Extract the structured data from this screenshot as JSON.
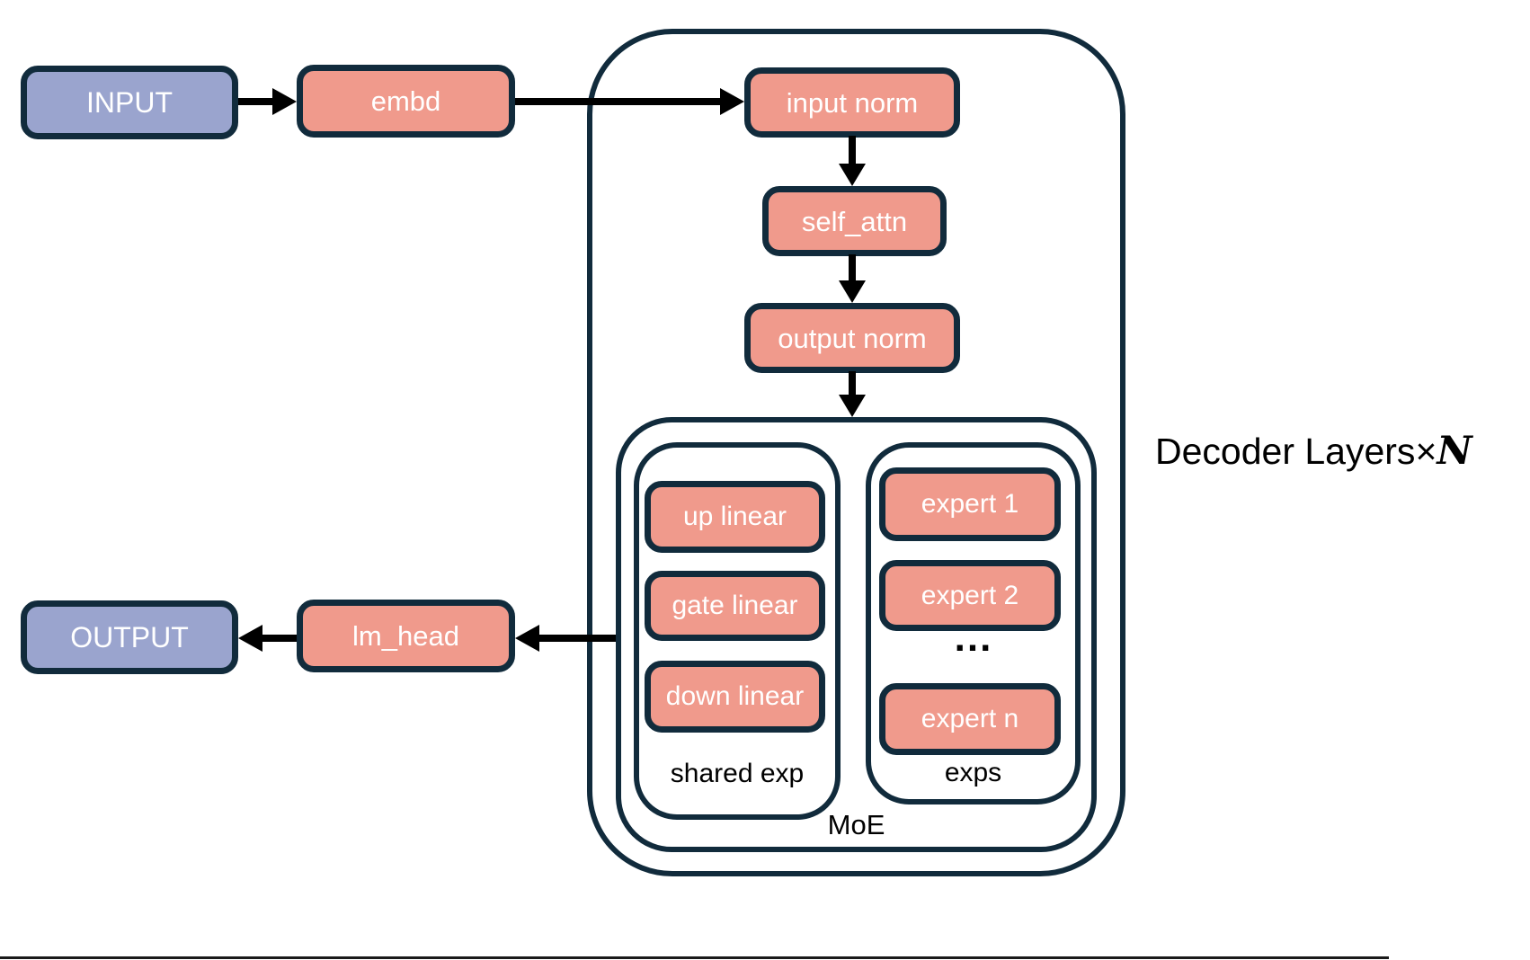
{
  "colors": {
    "background": "#ffffff",
    "outline": "#112b3c",
    "block_fill": "#f09a8c",
    "io_fill": "#9aa4ce",
    "block_text": "#ffffff",
    "label_text": "#000000",
    "arrow": "#000000"
  },
  "io": {
    "input": "INPUT",
    "output": "OUTPUT"
  },
  "pipeline": {
    "embd": "embd",
    "input_norm": "input norm",
    "self_attn": "self_attn",
    "output_norm": "output norm",
    "lm_head": "lm_head"
  },
  "moe": {
    "label": "MoE",
    "shared_exp": {
      "label": "shared exp",
      "blocks": [
        "up linear",
        "gate linear",
        "down linear"
      ]
    },
    "experts": {
      "label": "exps",
      "first_blocks": [
        "expert 1",
        "expert 2"
      ],
      "ellipsis": "...",
      "last_block": "expert n"
    }
  },
  "decoder": {
    "label_prefix": "Decoder Layers",
    "multiply_sign": "×",
    "layer_count_symbol": "N"
  }
}
